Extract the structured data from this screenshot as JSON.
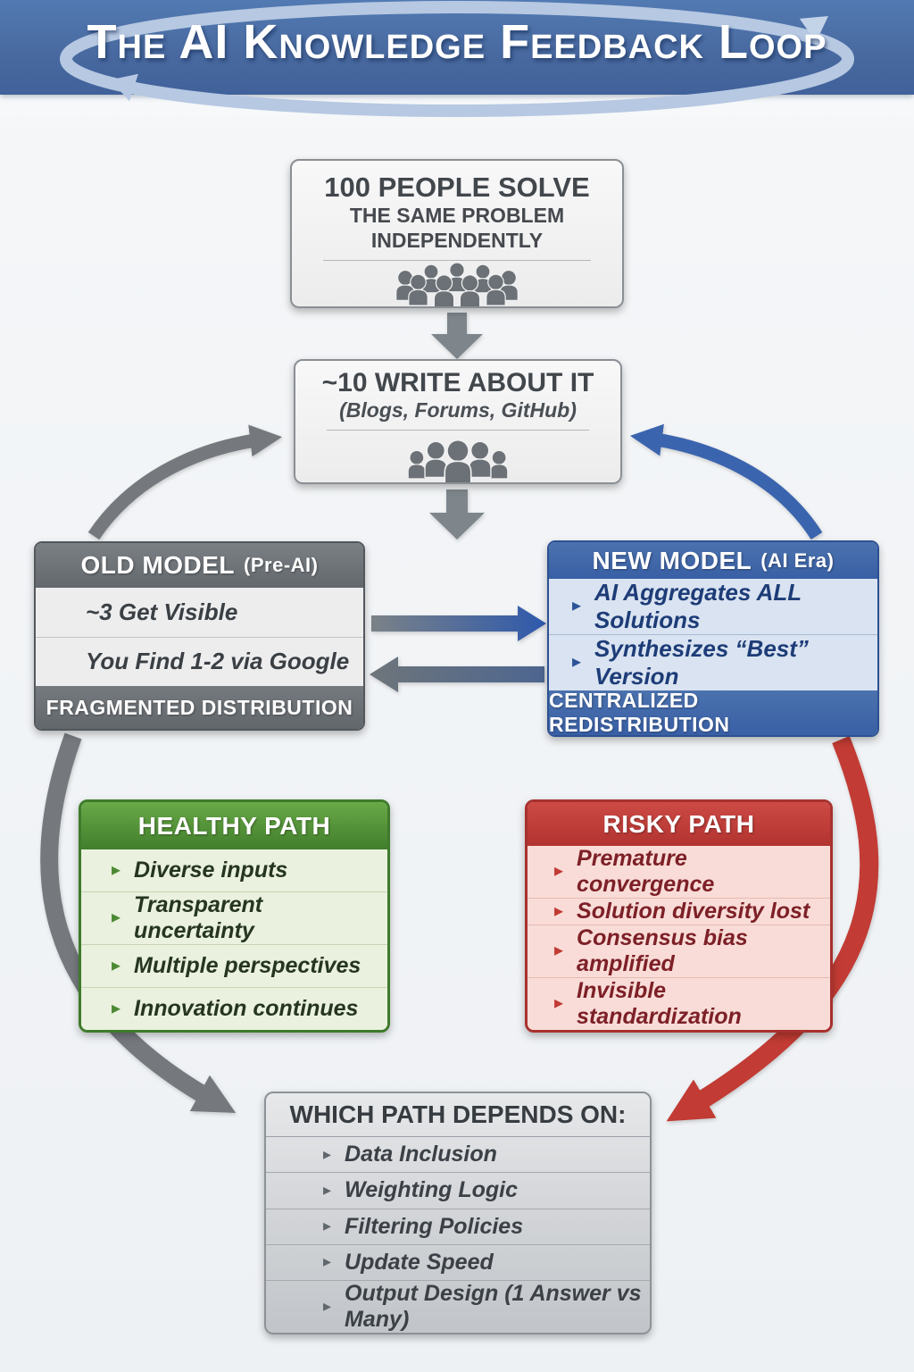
{
  "ui": {
    "bullet": "▸"
  },
  "header": {
    "title": "The AI Knowledge Feedback Loop",
    "loop_icon": "loop-ellipse-arrow"
  },
  "boxes": {
    "solve": {
      "line1": "100 PEOPLE SOLVE",
      "line2": "THE SAME PROBLEM",
      "line3": "INDEPENDENTLY",
      "icon": "crowd-icon"
    },
    "write": {
      "title": "~10 WRITE ABOUT IT",
      "subtitle": "(Blogs, Forums, GitHub)",
      "icon": "group-icon"
    },
    "old_model": {
      "title": "OLD MODEL",
      "era": "(Pre-AI)",
      "rows": [
        "~3 Get Visible",
        "You Find 1-2 via Google"
      ],
      "footer": "FRAGMENTED DISTRIBUTION"
    },
    "new_model": {
      "title": "NEW MODEL",
      "era": "(AI Era)",
      "rows": [
        "AI Aggregates ALL Solutions",
        "Synthesizes “Best” Version"
      ],
      "footer": "CENTRALIZED REDISTRIBUTION"
    },
    "healthy": {
      "title": "HEALTHY PATH",
      "items": [
        "Diverse inputs",
        "Transparent uncertainty",
        "Multiple perspectives",
        "Innovation continues"
      ]
    },
    "risky": {
      "title": "RISKY PATH",
      "items": [
        "Premature convergence",
        "Solution diversity lost",
        "Consensus bias amplified",
        "Invisible standardization"
      ]
    },
    "depends": {
      "title": "WHICH PATH DEPENDS ON:",
      "items": [
        "Data Inclusion",
        "Weighting Logic",
        "Filtering Policies",
        "Update Speed",
        "Output Design (1 Answer vs Many)"
      ]
    }
  },
  "colors": {
    "band_blue": "#48699f",
    "model_blue": "#3f66a9",
    "model_gray": "#6d7277",
    "healthy_green": "#4b8a33",
    "risky_red": "#c0392f"
  }
}
